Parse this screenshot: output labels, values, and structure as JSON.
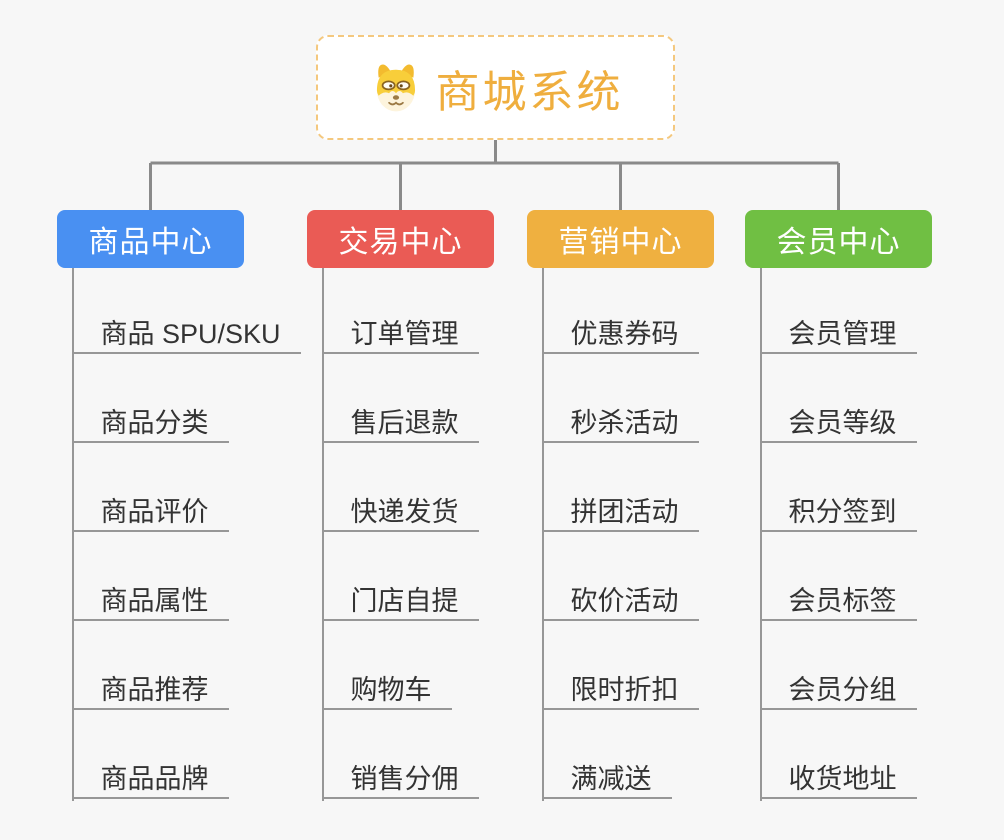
{
  "background_color": "#f7f7f7",
  "connector_color": "#8a8a8a",
  "leaf_line_color": "#979797",
  "root": {
    "title": "商城系统",
    "icon": "doge-icon",
    "text_color": "#efae3e",
    "border_color": "#f4c87e",
    "background_color": "#ffffff"
  },
  "branches": [
    {
      "label": "商品中心",
      "color": "#4990f2",
      "children": [
        "商品 SPU/SKU",
        "商品分类",
        "商品评价",
        "商品属性",
        "商品推荐",
        "商品品牌"
      ]
    },
    {
      "label": "交易中心",
      "color": "#ea5b55",
      "children": [
        "订单管理",
        "售后退款",
        "快递发货",
        "门店自提",
        "购物车",
        "销售分佣"
      ]
    },
    {
      "label": "营销中心",
      "color": "#efb040",
      "children": [
        "优惠券码",
        "秒杀活动",
        "拼团活动",
        "砍价活动",
        "限时折扣",
        "满减送"
      ]
    },
    {
      "label": "会员中心",
      "color": "#70bf43",
      "children": [
        "会员管理",
        "会员等级",
        "积分签到",
        "会员标签",
        "会员分组",
        "收货地址"
      ]
    }
  ]
}
